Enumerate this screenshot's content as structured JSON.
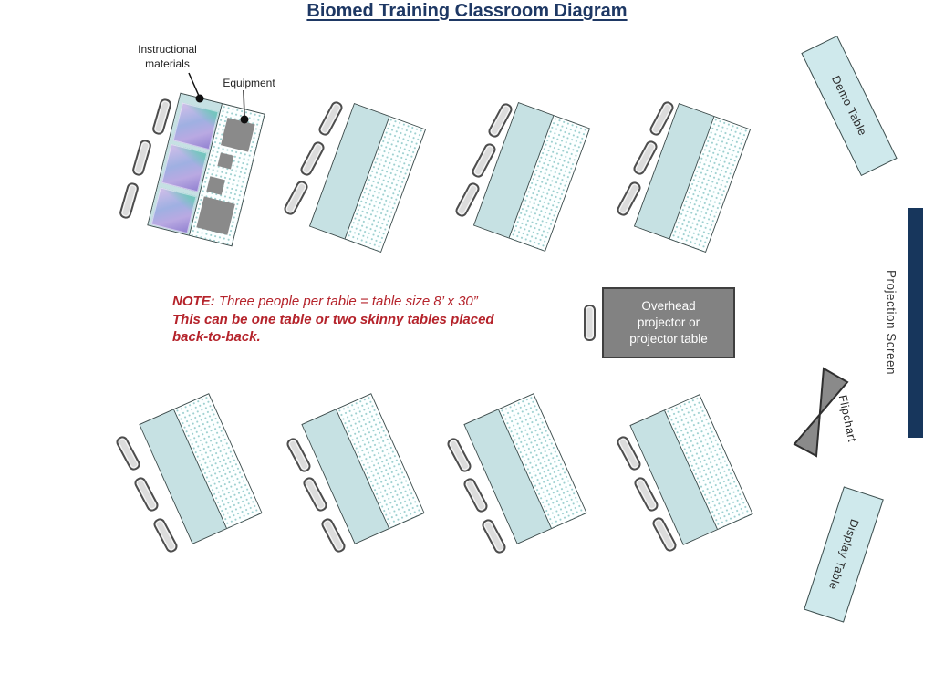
{
  "title": "Biomed Training Classroom Diagram",
  "annotations": {
    "instructional_materials": "Instructional\nmaterials",
    "equipment": "Equipment"
  },
  "note": {
    "heading": "NOTE:",
    "line1": " Three people per table = table size 8’ x 30”",
    "line2": "This can be one table or two skinny tables placed",
    "line3": "back-to-back."
  },
  "projector_label": "Overhead\nprojector or\nprojector table",
  "fixtures": {
    "demo_table": "Demo Table",
    "projection_screen": "Projection Screen",
    "flipchart": "Flipchart",
    "display_table": "Display Table"
  },
  "colors": {
    "title_navy": "#1e3864",
    "note_red": "#b5232b",
    "student_table_blue": "#c6e1e3",
    "fixture_table_blue": "#cfe9ec",
    "projector_gray": "#828282",
    "projection_screen_navy": "#17365c",
    "chair_gray": "#dcdcdc"
  }
}
